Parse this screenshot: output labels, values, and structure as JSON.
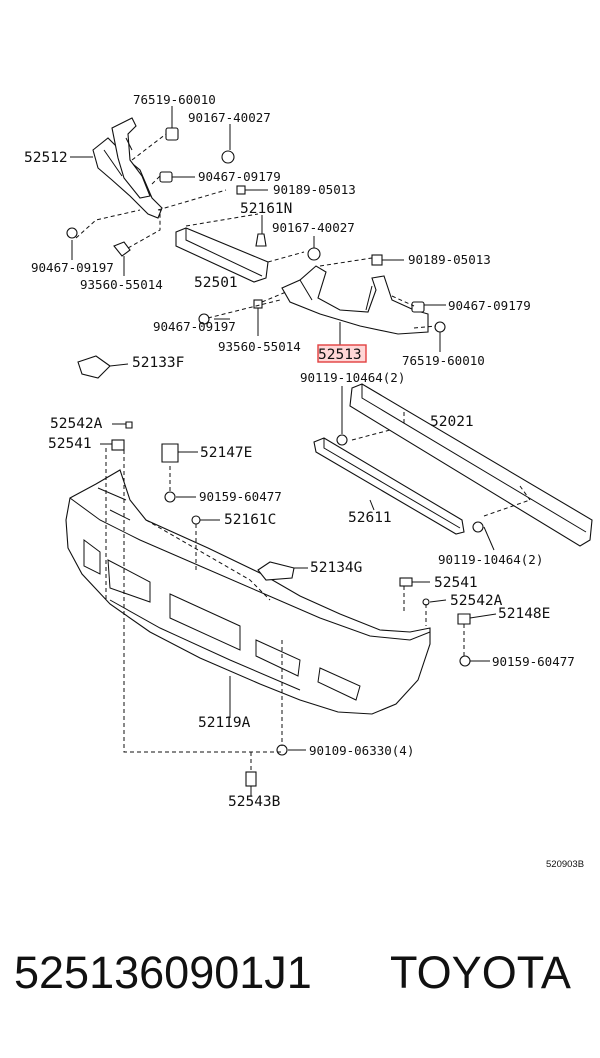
{
  "diagram": {
    "labels": [
      {
        "id": "p76519-60010-top",
        "text": "76519-60010"
      },
      {
        "id": "p90167-40027-top",
        "text": "90167-40027"
      },
      {
        "id": "p52512",
        "text": "52512"
      },
      {
        "id": "p90467-09179-top",
        "text": "90467-09179"
      },
      {
        "id": "p90189-05013-top",
        "text": "90189-05013"
      },
      {
        "id": "p52161N",
        "text": "52161N"
      },
      {
        "id": "p90167-40027-mid",
        "text": "90167-40027"
      },
      {
        "id": "p90467-09197-left",
        "text": "90467-09197"
      },
      {
        "id": "p93560-55014-left",
        "text": "93560-55014"
      },
      {
        "id": "p52501",
        "text": "52501"
      },
      {
        "id": "p90189-05013-right",
        "text": "90189-05013"
      },
      {
        "id": "p90467-09179-right",
        "text": "90467-09179"
      },
      {
        "id": "p90467-09197-mid",
        "text": "90467-09197"
      },
      {
        "id": "p93560-55014-mid",
        "text": "93560-55014"
      },
      {
        "id": "p52513",
        "text": "52513",
        "highlighted": true
      },
      {
        "id": "p76519-60010-right",
        "text": "76519-60010"
      },
      {
        "id": "p52133F",
        "text": "52133F"
      },
      {
        "id": "p90119-10464-top",
        "text": "90119-10464(2)"
      },
      {
        "id": "p52542A-left",
        "text": "52542A"
      },
      {
        "id": "p52021",
        "text": "52021"
      },
      {
        "id": "p52541-left",
        "text": "52541"
      },
      {
        "id": "p52147E",
        "text": "52147E"
      },
      {
        "id": "p90159-60477-left",
        "text": "90159-60477"
      },
      {
        "id": "p52161C",
        "text": "52161C"
      },
      {
        "id": "p52611",
        "text": "52611"
      },
      {
        "id": "p90119-10464-bottom",
        "text": "90119-10464(2)"
      },
      {
        "id": "p52134G",
        "text": "52134G"
      },
      {
        "id": "p52541-right",
        "text": "52541"
      },
      {
        "id": "p52542A-right",
        "text": "52542A"
      },
      {
        "id": "p52148E",
        "text": "52148E"
      },
      {
        "id": "p90159-60477-right",
        "text": "90159-60477"
      },
      {
        "id": "p52119A",
        "text": "52119A"
      },
      {
        "id": "p90109-06330",
        "text": "90109-06330(4)"
      },
      {
        "id": "p52543B",
        "text": "52543B"
      }
    ],
    "reference_code": "520903B",
    "highlight_color": "#e04040"
  },
  "footer": {
    "part_number": "5251360901J1",
    "brand": "TOYOTA"
  }
}
